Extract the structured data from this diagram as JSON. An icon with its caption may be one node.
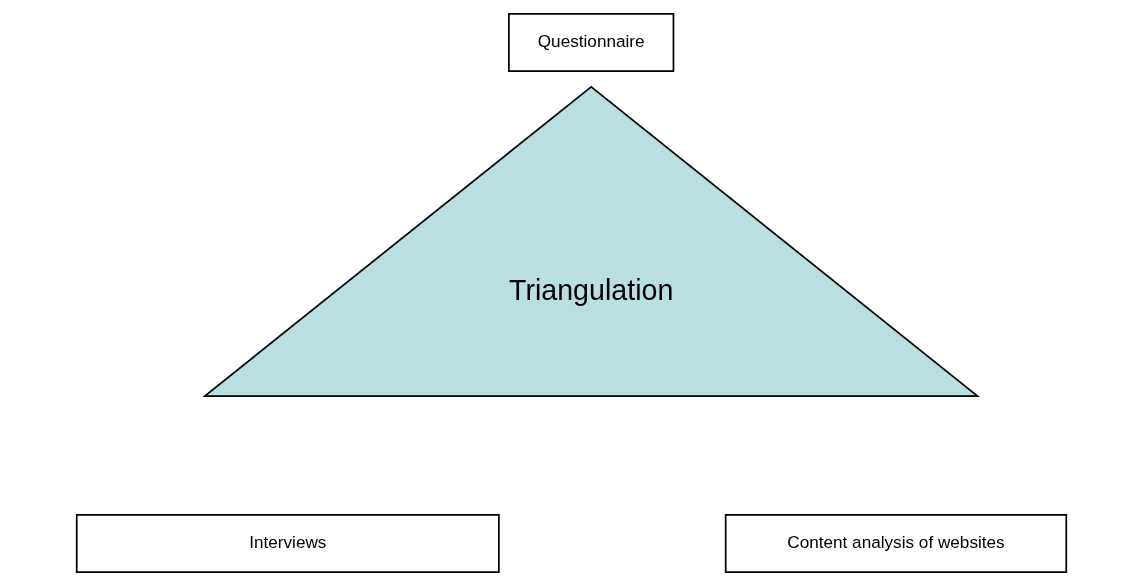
{
  "diagram": {
    "nodes": [
      {
        "text": [
          "Questionnaire"
        ]
      },
      {
        "text": [
          "Triangulation"
        ]
      },
      {
        "text": [
          "Interviews"
        ]
      },
      {
        "text": [
          "Content analysis of websites"
        ]
      }
    ]
  }
}
